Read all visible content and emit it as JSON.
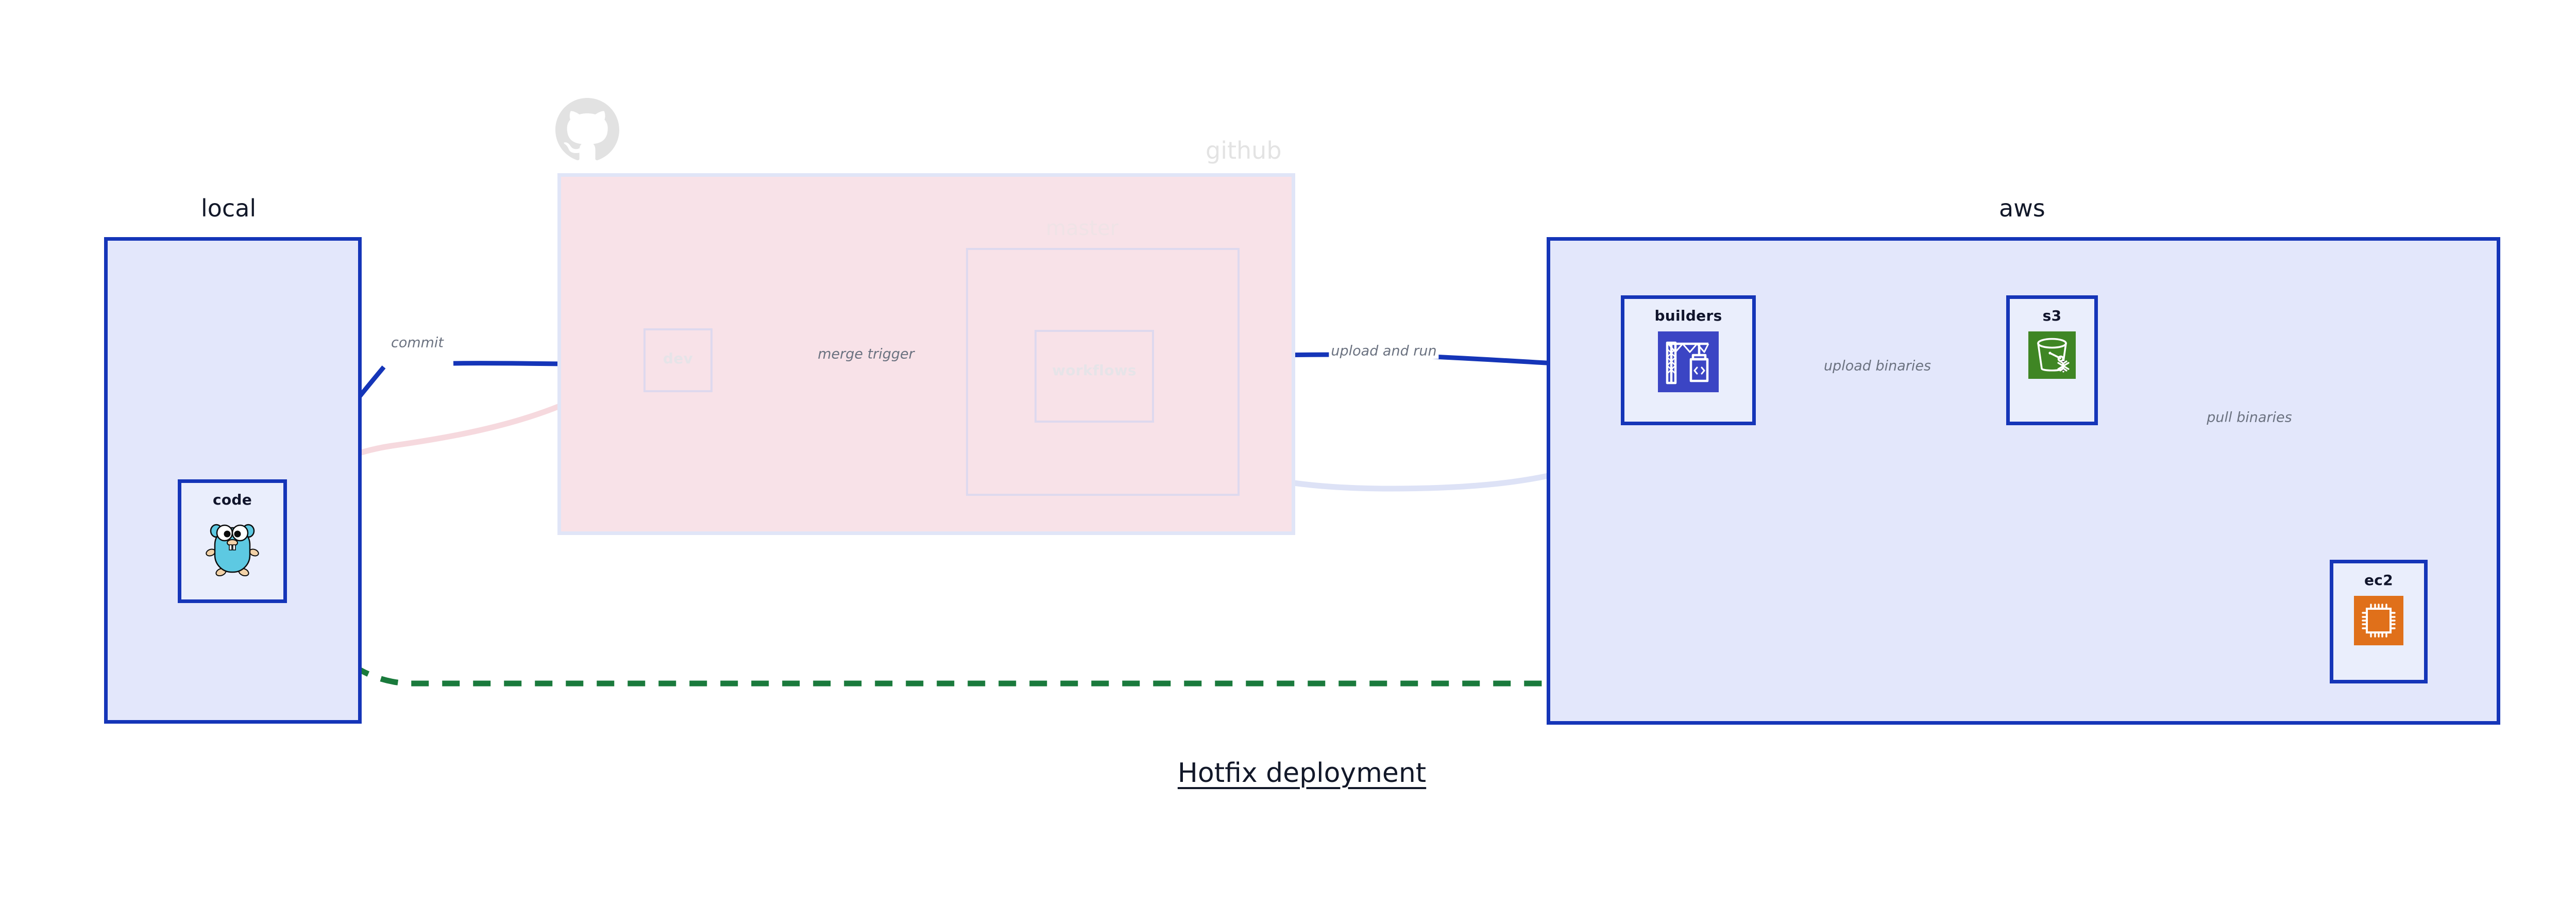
{
  "diagram": {
    "title": "Hotfix deployment",
    "colors": {
      "accent_blue": "#1535b8",
      "group_fill_blue": "#e3e7fb",
      "group_fill_pink": "#f8e2e8",
      "node_fill": "#eaeefc",
      "edge_label": "#6b7280",
      "dashed_green": "#1a7a3c",
      "faded_border": "#ded9ee",
      "s3_green": "#3f8624",
      "ec2_orange": "#e0701a",
      "builders_indigo": "#3b45c4",
      "gopher_cyan": "#5dc9e2"
    }
  },
  "groups": [
    {
      "id": "local",
      "label": "local",
      "faded": false
    },
    {
      "id": "github",
      "label": "github",
      "faded": true
    },
    {
      "id": "aws",
      "label": "aws",
      "faded": false
    }
  ],
  "subgroups": [
    {
      "id": "master",
      "label": "master",
      "faded": true
    }
  ],
  "nodes": [
    {
      "id": "code",
      "label": "code",
      "icon": "go-gopher-icon",
      "group": "local",
      "faded": false
    },
    {
      "id": "dev",
      "label": "dev",
      "icon": "none",
      "group": "github",
      "faded": true
    },
    {
      "id": "workflows",
      "label": "workflows",
      "icon": "none",
      "group": "master",
      "faded": true
    },
    {
      "id": "builders",
      "label": "builders",
      "icon": "aws-codebuild-icon",
      "group": "aws",
      "faded": false
    },
    {
      "id": "s3",
      "label": "s3",
      "icon": "aws-s3-icon",
      "group": "aws",
      "faded": false
    },
    {
      "id": "ec2",
      "label": "ec2",
      "icon": "aws-ec2-icon",
      "group": "aws",
      "faded": false
    }
  ],
  "edges": [
    {
      "id": "commit",
      "label": "commit",
      "from": "code",
      "to": "dev",
      "style": "solid-blue"
    },
    {
      "id": "merge-trigger",
      "label": "merge trigger",
      "from": "dev",
      "to": "workflows",
      "style": "solid-blue"
    },
    {
      "id": "upload-and-run",
      "label": "upload and run",
      "from": "workflows",
      "to": "builders",
      "style": "solid-blue"
    },
    {
      "id": "upload-binaries",
      "label": "upload binaries",
      "from": "builders",
      "to": "s3",
      "style": "solid-blue"
    },
    {
      "id": "pull-binaries",
      "label": "pull binaries",
      "from": "s3",
      "to": "ec2",
      "style": "solid-blue"
    },
    {
      "id": "hotfix-direct",
      "label": "",
      "from": "code",
      "to": "ec2",
      "style": "dashed-green"
    },
    {
      "id": "faded-code-dev",
      "label": "",
      "from": "code",
      "to": "dev",
      "style": "faded-pink"
    },
    {
      "id": "faded-dev-wf",
      "label": "",
      "from": "dev",
      "to": "workflows",
      "style": "faded-blue"
    },
    {
      "id": "faded-wf-build",
      "label": "",
      "from": "workflows",
      "to": "builders",
      "style": "faded-blue"
    }
  ]
}
